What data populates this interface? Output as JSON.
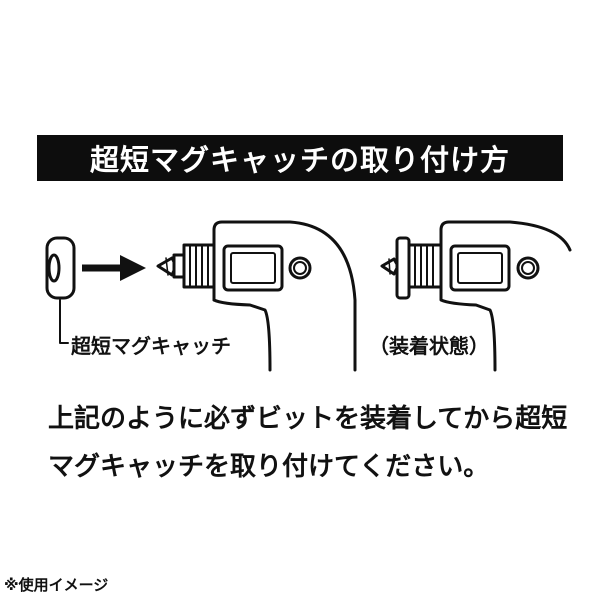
{
  "title": "超短マグキャッチの取り付け方",
  "labels": {
    "part_name": "超短マグキャッチ",
    "installed_state": "（装着状態）"
  },
  "instruction": {
    "line1": "上記のように必ずビットを装着してから超短",
    "line2": "マグキャッチを取り付けてください。"
  },
  "footnote": "※使用イメージ",
  "colors": {
    "title_bar_bg": "#0d0d0d",
    "title_text": "#ffffff",
    "ink": "#111111"
  }
}
